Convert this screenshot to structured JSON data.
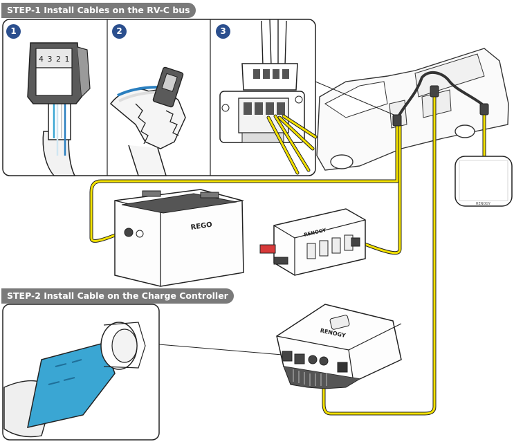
{
  "step1": {
    "title": "STEP-1 Install Cables on the RV-C bus"
  },
  "step2": {
    "title": "STEP-2 Install Cable on the Charge Controller"
  },
  "panels": [
    {
      "number": "1"
    },
    {
      "number": "2"
    },
    {
      "number": "3"
    }
  ],
  "connector_pins": "4 3 2 1",
  "devices": {
    "battery_brand": "REGO",
    "inverter_brand": "RENOGY",
    "controller_brand": "RENOGY",
    "monitor_brand": "RENOGY"
  },
  "colors": {
    "cable_yellow": "#f2e000",
    "banner_gray": "#7a7a7a",
    "step_blue": "#2b4f8e",
    "connector_blue": "#3aa6d3",
    "outline": "#222222"
  }
}
